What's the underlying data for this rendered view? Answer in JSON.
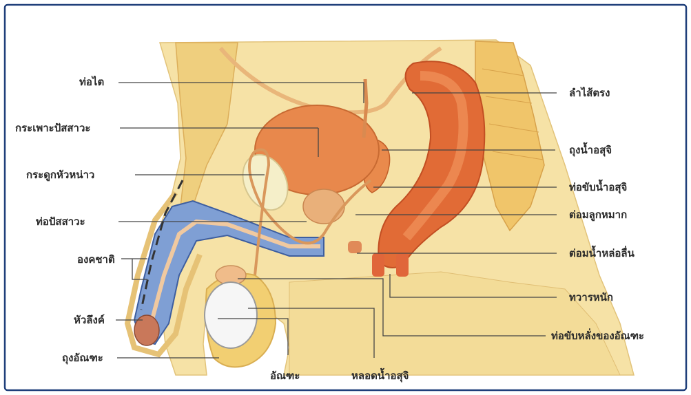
{
  "colors": {
    "border": "#1f3f7a",
    "skin": "#f2dc8e",
    "bladder": "#e78a4e",
    "rectum": "#e06a35",
    "erectile": "#7f9fd4",
    "testis": "#f4f4f4"
  },
  "labels": {
    "ureter": "ท่อไต",
    "bladder": "กระเพาะปัสสาวะ",
    "pubic_bone": "กระดูกหัวหน่าว",
    "urethra": "ท่อปัสสาวะ",
    "penis": "องคชาติ",
    "glans": "หัวลึงค์",
    "scrotum": "ถุงอัณฑะ",
    "testis": "อัณฑะ",
    "vas_deferens": "หลอดน้ำอสุจิ",
    "rectum": "ลำไส้ตรง",
    "seminal_vesicle": "ถุงน้ำอสุจิ",
    "ejaculatory_duct": "ท่อขับน้ำอสุจิ",
    "prostate": "ต่อมลูกหมาก",
    "bulbourethral_gland": "ต่อมน้ำหล่อลื่น",
    "anus": "ทวารหนัก",
    "epididymis": "ท่อขับหลั่งของอัณฑะ"
  }
}
